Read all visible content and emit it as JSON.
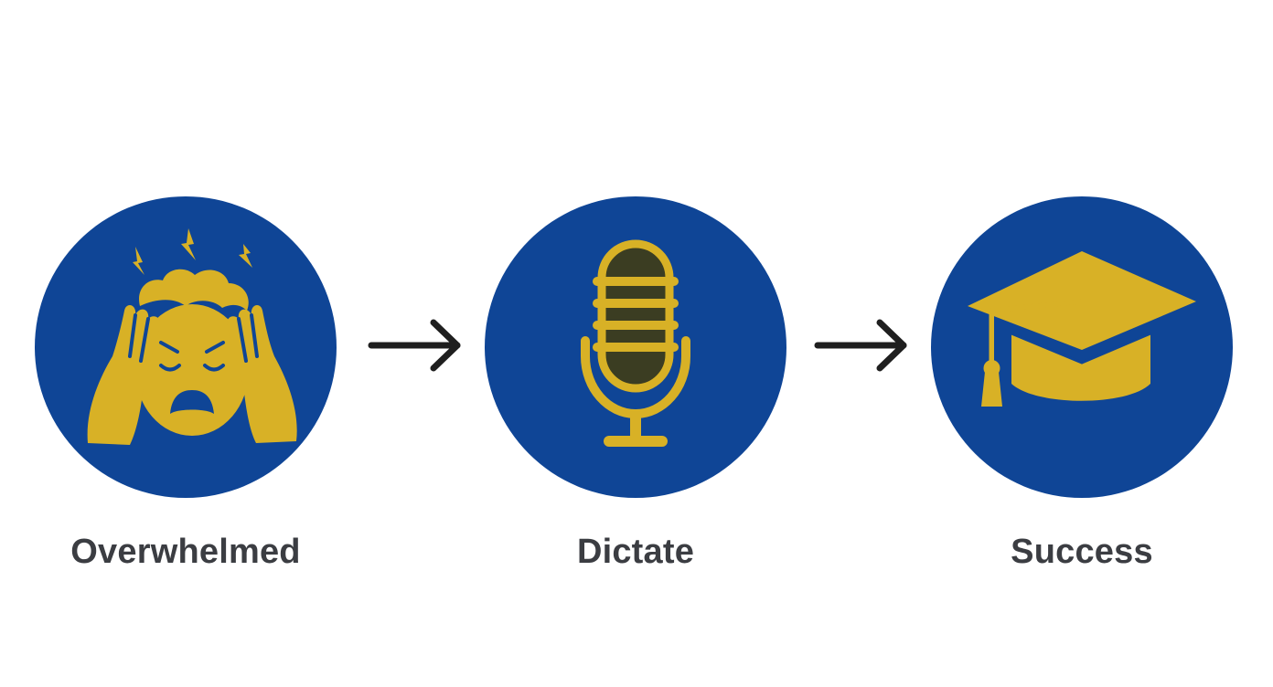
{
  "colors": {
    "circle": "#0f4596",
    "icon": "#d8b126",
    "mic_inner": "#3b3d22",
    "label": "#3b3d42",
    "arrow": "#1f1f1f"
  },
  "steps": [
    {
      "label": "Overwhelmed",
      "icon": "overwhelmed-face-icon"
    },
    {
      "label": "Dictate",
      "icon": "microphone-icon"
    },
    {
      "label": "Success",
      "icon": "graduation-cap-icon"
    }
  ]
}
